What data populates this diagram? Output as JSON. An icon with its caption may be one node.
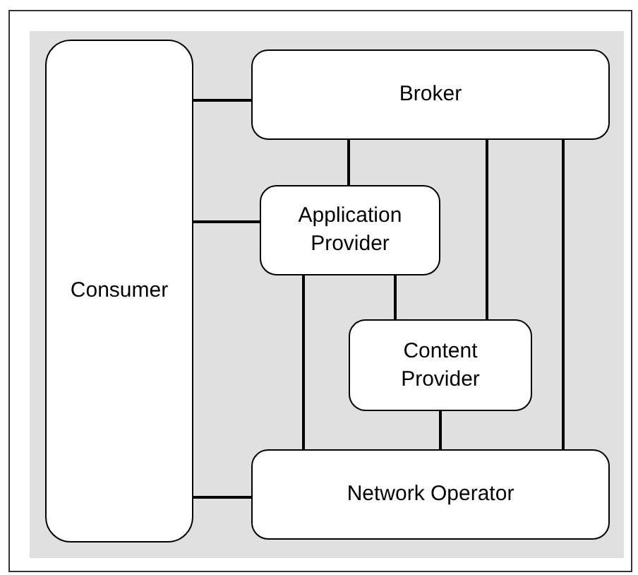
{
  "diagram": {
    "nodes": [
      {
        "text": [
          "Consumer"
        ]
      },
      {
        "text": [
          "Broker"
        ]
      },
      {
        "text": [
          "Application Provider"
        ]
      },
      {
        "text": [
          "Content Provider"
        ]
      },
      {
        "text": [
          "Network Operator"
        ]
      }
    ],
    "edges": [
      {
        "from": 0,
        "to": 1,
        "arrow": "none"
      },
      {
        "from": 0,
        "to": 2,
        "arrow": "none"
      },
      {
        "from": 0,
        "to": 4,
        "arrow": "none"
      },
      {
        "from": 1,
        "to": 2,
        "arrow": "none"
      },
      {
        "from": 1,
        "to": 3,
        "arrow": "none"
      },
      {
        "from": 1,
        "to": 4,
        "arrow": "none"
      },
      {
        "from": 2,
        "to": 4,
        "arrow": "none"
      },
      {
        "from": 2,
        "to": 3,
        "arrow": "none"
      },
      {
        "from": 3,
        "to": 4,
        "arrow": "none"
      }
    ]
  }
}
